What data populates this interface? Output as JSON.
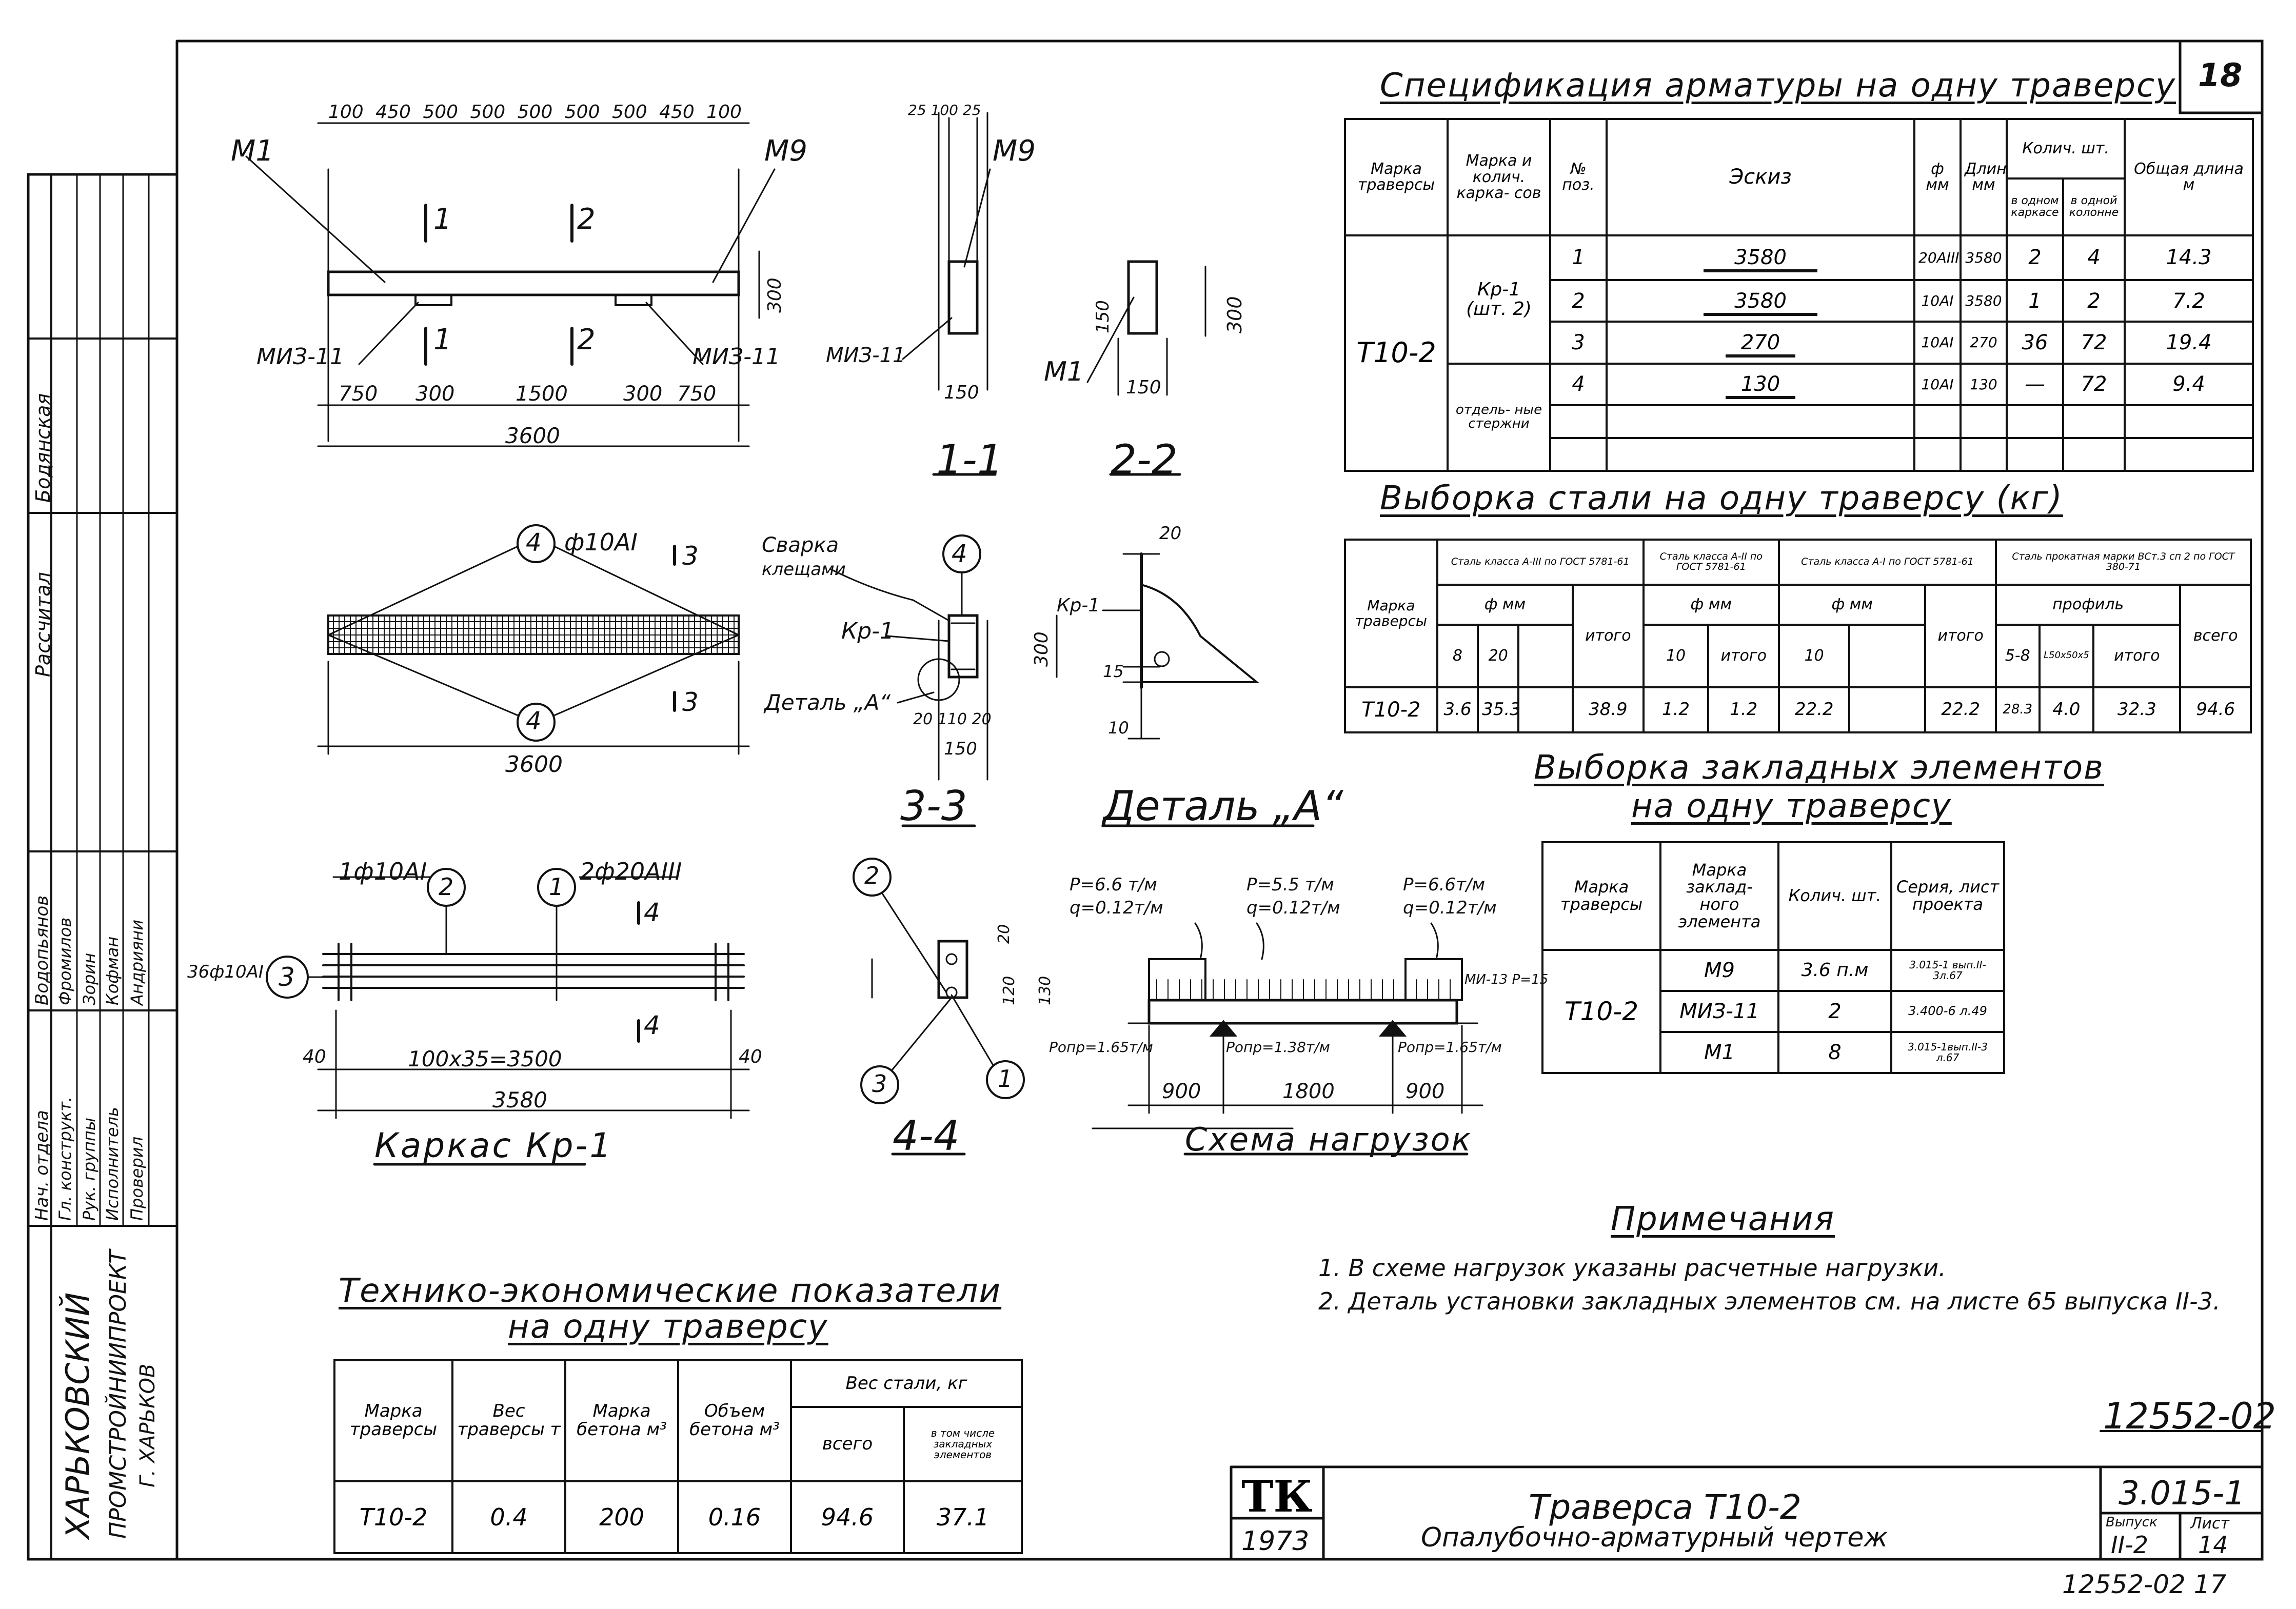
{
  "sheet_number": "18",
  "doc_code": "12552-02",
  "doc_code_page": "12552-02  17",
  "org": {
    "line1": "ХАРЬКОВСКИЙ",
    "line2": "ПРОМСТРОЙНИИПРОЕКТ",
    "line3": "Г. ХАРЬКОВ"
  },
  "side_stamp": {
    "roles": [
      "Нач. отдела",
      "Гл. конструкт.",
      "Рук. группы",
      "Исполнитель",
      "Проверил"
    ],
    "names": [
      "Водопьянов",
      "Фромилов",
      "Зорин",
      "Кофман",
      "Андрияни"
    ],
    "top_labels": [
      "Рассчитал",
      "Бодянская"
    ]
  },
  "drawings": {
    "main_dims_top": "100 450 500 500 500 500 500 450 100",
    "main_dims_bottom": [
      "750",
      "300",
      "1500",
      "300",
      "750"
    ],
    "main_total": "3600",
    "main_marks": {
      "m1": "М1",
      "m9": "М9",
      "mz_left": "МИЗ-11",
      "mz_right": "МИЗ-11",
      "cut1": "1",
      "cut2": "2",
      "h300": "300"
    },
    "sec11": {
      "label": "1-1",
      "dims_top": "25 100 25",
      "m9": "М9",
      "mz": "МИЗ-11",
      "w": "150"
    },
    "sec22": {
      "label": "2-2",
      "m1": "М1",
      "h150": "150",
      "h300": "300",
      "w": "150"
    },
    "plan": {
      "bar_dia": "ф10АI",
      "pos4": "4",
      "cut3": "3",
      "total": "3600"
    },
    "sec33": {
      "label": "3-3",
      "weld1": "Сварка",
      "weld2": "клещами",
      "kp": "Кр-1",
      "detail": "Деталь „А“",
      "pos4": "4",
      "h300": "300",
      "dims_bottom": "20 110 20",
      "w": "150"
    },
    "detailA": {
      "label": "Деталь „А“",
      "kp": "Кр-1",
      "d20": "20",
      "d15": "15",
      "d10": "10"
    },
    "frame": {
      "label": "Каркас Кр-1",
      "left_bar": "1ф10АI",
      "right_bar": "2ф20АIII",
      "pos3_bar": "36ф10АI",
      "p1": "1",
      "p2": "2",
      "p3": "3",
      "cut4": "4",
      "span": "100х35=3500",
      "total": "3580",
      "end_left": "40",
      "end_right": "40"
    },
    "sec44": {
      "label": "4-4",
      "p1": "1",
      "p2": "2",
      "p3": "3",
      "d20": "20",
      "d120": "120",
      "d130": "130"
    },
    "loads": {
      "label": "Схема нагрузок",
      "left": {
        "p": "Р=6.6 т/м",
        "q": "q=0.12т/м",
        "r": "Ропр=1.65т/м"
      },
      "mid": {
        "p": "Р=5.5 т/м",
        "q": "q=0.12т/м",
        "r": "Ропр=1.38т/м"
      },
      "right": {
        "p": "Р=6.6т/м",
        "q": "q=0.12т/м",
        "r": "Ропр=1.65т/м"
      },
      "side": "МИ-13 Р=15",
      "dims": [
        "900",
        "1800",
        "900"
      ]
    }
  },
  "spec": {
    "title": "Спецификация арматуры на одну траверсу",
    "headers": {
      "mark": "Марка траверсы",
      "frame": "Марка и колич. карка- сов",
      "pos": "№ поз.",
      "sketch": "Эскиз",
      "dia": "ф мм",
      "len": "Длина мм",
      "count": "Колич. шт.",
      "c1": "в одном каркасе",
      "c2": "в одной колонне",
      "total": "Общая длина м"
    },
    "mark": "Т10-2",
    "frame_a": "Кр-1",
    "frame_b": "(шт. 2)",
    "frame_c": "отдель- ные стержни",
    "rows": [
      {
        "pos": "1",
        "sketch": "3580",
        "dia": "20АIII",
        "len": "3580",
        "c1": "2",
        "c2": "4",
        "total": "14.3"
      },
      {
        "pos": "2",
        "sketch": "3580",
        "dia": "10АI",
        "len": "3580",
        "c1": "1",
        "c2": "2",
        "total": "7.2"
      },
      {
        "pos": "3",
        "sketch": "270",
        "dia": "10АI",
        "len": "270",
        "c1": "36",
        "c2": "72",
        "total": "19.4"
      },
      {
        "pos": "4",
        "sketch": "130",
        "dia": "10АI",
        "len": "130",
        "c1": "—",
        "c2": "72",
        "total": "9.4"
      }
    ]
  },
  "steel": {
    "title": "Выборка стали на одну траверсу (кг)",
    "headers": {
      "mark": "Марка траверсы",
      "g1": "Сталь класса А-III по ГОСТ 5781-61",
      "g2": "Сталь класса А-II по ГОСТ 5781-61",
      "g3": "Сталь класса А-I по ГОСТ 5781-61",
      "g4": "Сталь прокатная марки ВСт.3 сп 2 по ГОСТ 380-71",
      "dmm": "ф мм",
      "profile": "профиль",
      "total": "итого",
      "all": "всего"
    },
    "sub": {
      "a": "8",
      "b": "20",
      "c": "10",
      "d": "10",
      "e": "5-8",
      "f": "L50х50х5"
    },
    "row": {
      "mark": "Т10-2",
      "a": "3.6",
      "b": "35.3",
      "t1": "38.9",
      "c": "1.2",
      "t2": "1.2",
      "d": "22.2",
      "t3": "22.2",
      "e": "28.3",
      "f": "4.0",
      "t4": "32.3",
      "all": "94.6"
    }
  },
  "embedded": {
    "title1": "Выборка закладных элементов",
    "title2": "на одну траверсу",
    "headers": [
      "Марка траверсы",
      "Марка заклад- ного элемента",
      "Колич. шт.",
      "Серия, лист проекта"
    ],
    "mark": "Т10-2",
    "rows": [
      {
        "el": "М9",
        "qty": "3.6 п.м",
        "ref": "3.015-1 вып.II-3л.67"
      },
      {
        "el": "МИЗ-11",
        "qty": "2",
        "ref": "3.400-6 л.49"
      },
      {
        "el": "М1",
        "qty": "8",
        "ref": "3.015-1вып.II-3 л.67"
      }
    ]
  },
  "notes": {
    "title": "Примечания",
    "items": [
      "1. В схеме нагрузок указаны расчетные нагрузки.",
      "2. Деталь установки закладных элементов см. на листе 65 выпуска II-3."
    ]
  },
  "tep": {
    "title1": "Технико-экономические показатели",
    "title2": "на одну траверсу",
    "headers": {
      "mark": "Марка траверсы",
      "weight": "Вес траверсы т",
      "concrete": "Марка бетона м³",
      "volume": "Объем бетона м³",
      "steel": "Вес стали, кг",
      "all": "всего",
      "emb": "в том числе закладных элементов"
    },
    "row": {
      "mark": "Т10-2",
      "weight": "0.4",
      "concrete": "200",
      "volume": "0.16",
      "all": "94.6",
      "emb": "37.1"
    }
  },
  "title_block": {
    "logo": "ТК",
    "year": "1973",
    "name": "Траверса Т10-2",
    "subtitle": "Опалубочно-арматурный чертеж",
    "series": "3.015-1",
    "issue_label": "Выпуск",
    "issue": "II-2",
    "sheet_label": "Лист",
    "sheet": "14"
  }
}
